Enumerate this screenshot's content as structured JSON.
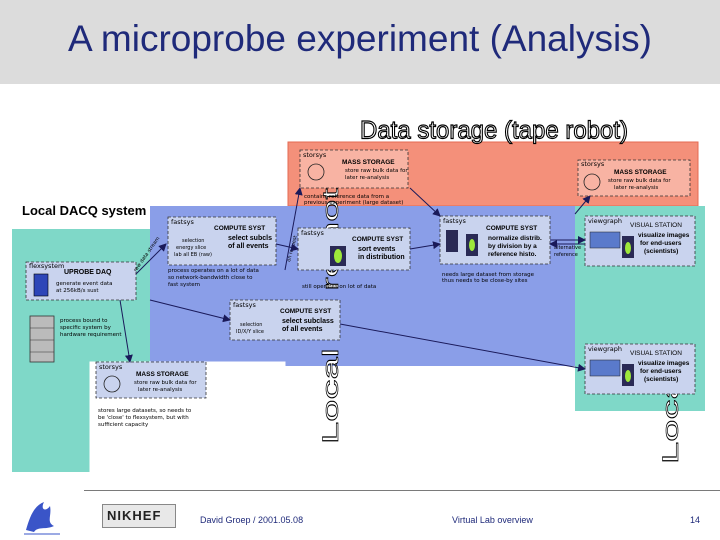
{
  "slide": {
    "title": "A microprobe experiment (Analysis)"
  },
  "diagram": {
    "region_labels": {
      "storage": "Data storage (tape robot)",
      "local_daq": "Local DACQ system",
      "local_or_remote": "Local or remote",
      "local": "Local"
    },
    "boxes": {
      "mass_storage_top": {
        "tag": "storsys",
        "heading": "MASS STORAGE",
        "text": [
          "store raw bulk data for",
          "later re-analysis"
        ],
        "note": [
          "contains reference data from a",
          "previous experiment (large dataset)"
        ]
      },
      "mass_storage_right": {
        "tag": "storsys",
        "heading": "MASS STORAGE",
        "text": [
          "store raw bulk data for",
          "later re-analysis"
        ]
      },
      "uprobe_daq": {
        "tag": "flexsystem",
        "heading": "UPROBE DAQ",
        "text": [
          "generate event data",
          "at 256kB/s sust"
        ],
        "note": [
          "process bound to",
          "specific system by",
          "hardware requirement"
        ]
      },
      "compute_select": {
        "tag": "fastsys",
        "heading": "COMPUTE SYST",
        "text": [
          "select subcls",
          "of all events"
        ],
        "side": [
          "selection",
          "energy slice",
          "lab all EB (raw)"
        ]
      },
      "compute_sort": {
        "tag": "fastsys",
        "heading": "COMPUTE SYST",
        "text": [
          "sort events",
          "in distribution"
        ],
        "note": "still operates on lot of data"
      },
      "compute_normalize": {
        "tag": "fastsys",
        "heading": "COMPUTE SYST",
        "text": [
          "normalize distrib.",
          "by division by a",
          "reference histo."
        ],
        "note": [
          "needs large dataset from storage",
          "thus needs to be close-by sites"
        ]
      },
      "compute_subclass": {
        "tag": "fastsys",
        "heading": "COMPUTE SYST",
        "text": [
          "select subclass",
          "of all events"
        ],
        "side": [
          "selection",
          "ID/X/Y slice"
        ]
      },
      "visual_station_1": {
        "tag": "viewgraph",
        "heading": "VISUAL STATION",
        "text": [
          "visualize images",
          "for end-users",
          "(scientists)"
        ]
      },
      "visual_station_2": {
        "tag": "viewgraph",
        "heading": "VISUAL STATION",
        "text": [
          "visualize images",
          "for end-users",
          "(scientists)"
        ]
      },
      "mass_storage_local": {
        "tag": "storsys",
        "heading": "MASS STORAGE",
        "text": [
          "store raw bulk data for",
          "later re-analysis"
        ],
        "note": [
          "stores large datasets, so needs to",
          "be 'close' to flexsystem, but with",
          "sufficient capacity"
        ]
      }
    },
    "flow_notes": {
      "process_note": [
        "process operates on a lot of data",
        "so network-bandwidth close to",
        "fast system"
      ],
      "raw_data_label": "raw data stream",
      "on_request_label": "on request",
      "selection_label": "selection",
      "reference_label": "reference",
      "alternative_label": "alternative"
    },
    "colors": {
      "storage_region": "#f4907a",
      "local_region": "#7fd8c8",
      "remote_region": "#8a9ee8",
      "box_fill": "#c9d3ee",
      "arrow": "#1a1a5a"
    }
  },
  "footer": {
    "logo_text": "NIKHEF",
    "author": "David Groep / 2001.05.08",
    "center": "Virtual Lab overview",
    "page": "14"
  }
}
